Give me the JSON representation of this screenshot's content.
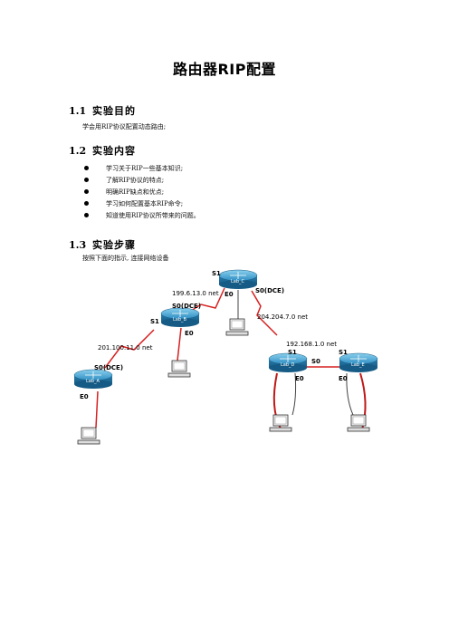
{
  "title": "路由器RIP配置",
  "sections": [
    {
      "num": "1.1",
      "heading": "实验目的",
      "text": "学会用RIP协议配置动态路由;"
    },
    {
      "num": "1.2",
      "heading": "实验内容",
      "bullets": [
        "学习关于RIP一些基本知识;",
        "了解RIP协议的特点;",
        "明确RIP缺点和优点;",
        "学习如何配置基本RIP命令;",
        "知道使用RIP协议所带来的问题。"
      ]
    },
    {
      "num": "1.3",
      "heading": "实验步骤",
      "text": "按照下面的指示, 连接网络设备"
    }
  ],
  "diagram": {
    "routers": [
      "Lab_A",
      "Lab_B",
      "Lab_C",
      "Lab_D",
      "Lab_E"
    ],
    "nets": [
      "199.6.13.0 net",
      "201.100.11.0 net",
      "204.204.7.0 net",
      "192.168.1.0 net"
    ],
    "ports": {
      "c_s1": "S1",
      "c_e0": "E0",
      "c_s0": "S0(DCE)",
      "b_s0": "S0(DCE)",
      "b_s1": "S1",
      "b_e0": "E0",
      "a_s0": "S0(DCE)",
      "a_e0": "E0",
      "d_s1": "S1",
      "d_s0": "S0",
      "d_e0": "E0",
      "e_s1": "S1",
      "e_e0": "E0"
    }
  }
}
